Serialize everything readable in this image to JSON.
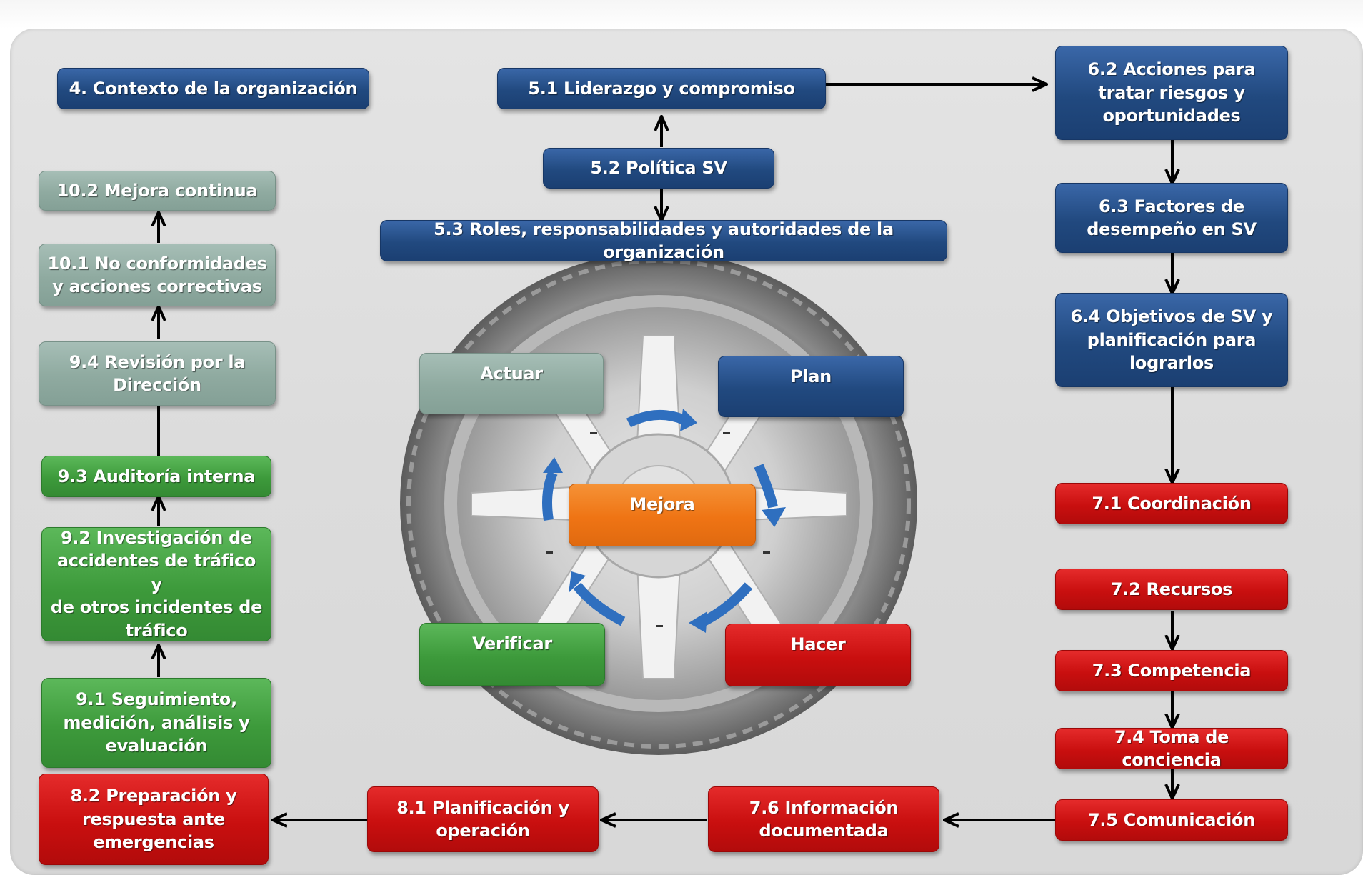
{
  "boxes": {
    "b4": "4. Contexto de la organización",
    "b51": "5.1 Liderazgo y compromiso",
    "b52": "5.2 Política SV",
    "b53": "5.3 Roles, responsabilidades y autoridades de la organización",
    "b62": "6.2 Acciones para\ntratar riesgos y\noportunidades",
    "b63": "6.3 Factores de\ndesempeño en SV",
    "b64": "6.4 Objetivos de SV y\nplanificación para\nlograrlos",
    "b71": "7.1 Coordinación",
    "b72": "7.2 Recursos",
    "b73": "7.3 Competencia",
    "b74": "7.4 Toma de conciencia",
    "b75": "7.5 Comunicación",
    "b76": "7.6 Información\ndocumentada",
    "b81": "8.1 Planificación y\noperación",
    "b82": "8.2 Preparación y\nrespuesta ante\nemergencias",
    "b91": "9.1 Seguimiento,\nmedición, análisis y\nevaluación",
    "b92": "9.2 Investigación de\naccidentes de tráfico y\nde otros incidentes de\ntráfico",
    "b93": "9.3 Auditoría interna",
    "b94": "9.4 Revisión por la\nDirección",
    "b101": "10.1 No conformidades\ny acciones correctivas",
    "b102": "10.2 Mejora continua"
  },
  "cycle": {
    "actuar": "Actuar",
    "plan": "Plan",
    "hacer": "Hacer",
    "verificar": "Verificar",
    "mejora": "Mejora"
  },
  "colors": {
    "blue": "#21497f",
    "red": "#c90f0f",
    "green": "#3d9a3b",
    "gray": "#8faaa0",
    "orange": "#ef7414"
  }
}
